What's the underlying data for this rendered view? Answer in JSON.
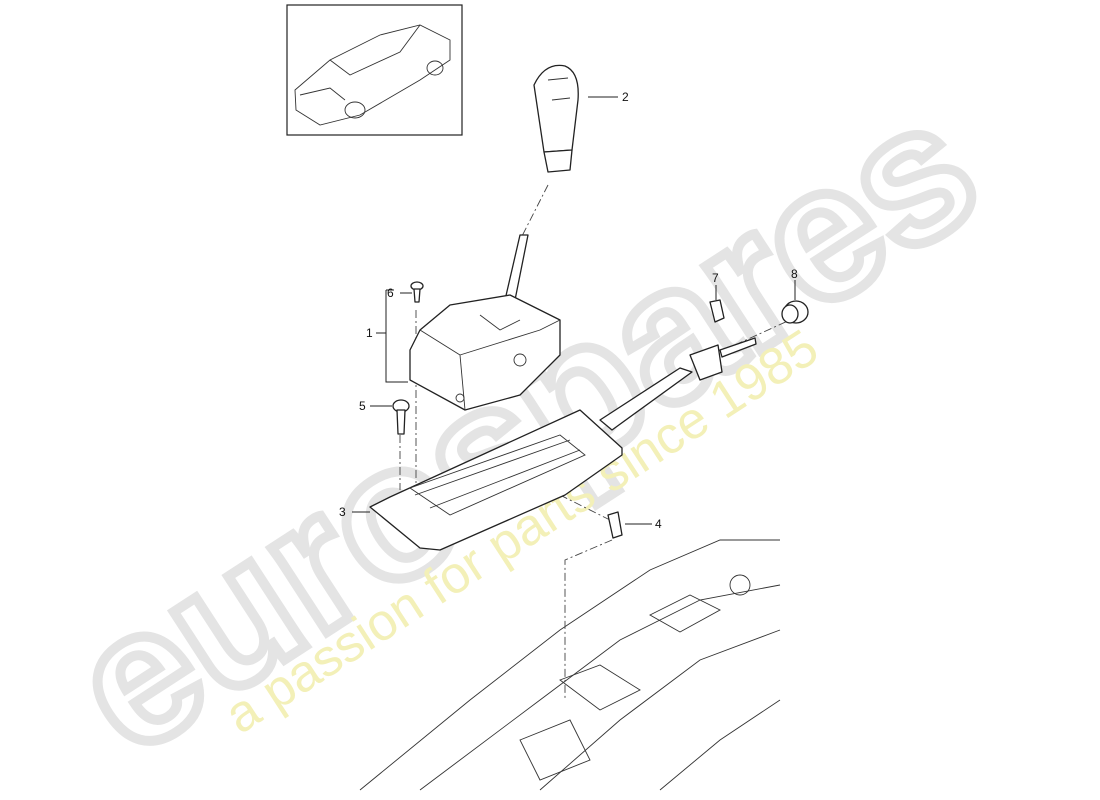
{
  "diagram": {
    "callouts": [
      {
        "number": "1",
        "part": "gear-selector-housing"
      },
      {
        "number": "2",
        "part": "gear-knob"
      },
      {
        "number": "3",
        "part": "base-plate"
      },
      {
        "number": "4",
        "part": "clip"
      },
      {
        "number": "5",
        "part": "screw"
      },
      {
        "number": "6",
        "part": "screw"
      },
      {
        "number": "7",
        "part": "clip"
      },
      {
        "number": "8",
        "part": "grommet"
      }
    ]
  },
  "watermark": {
    "brand": "eurospares",
    "slogan": "a passion for parts since 1985",
    "brand_color": "#e4e4e4",
    "slogan_color": "#f3f0b8"
  }
}
